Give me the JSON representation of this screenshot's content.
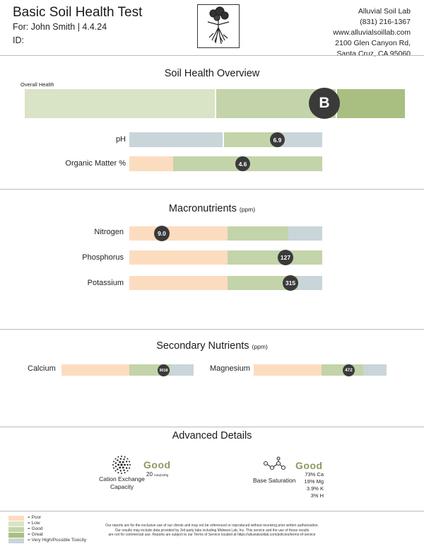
{
  "header": {
    "title": "Basic Soil Health Test",
    "for_line": "For: John Smith | 4.4.24",
    "id_line": "ID:",
    "lab": {
      "name": "Alluvial Soil Lab",
      "phone": "(831) 216-1367",
      "website": "www.alluvialsoillab.com",
      "address1": "2100 Glen Canyon Rd,",
      "address2": "Santa Cruz, CA 95060"
    },
    "logo_icon": "plant-roots-icon"
  },
  "overview": {
    "title": "Soil Health Overview",
    "overall_label": "Overall Health",
    "overall_grade": "B",
    "ph": {
      "label": "pH",
      "value": "6.9"
    },
    "organic_matter": {
      "label": "Organic Matter %",
      "value": "4.6"
    }
  },
  "macro": {
    "title": "Macronutrients",
    "unit": "(ppm)",
    "rows": [
      {
        "label": "Nitrogen",
        "value": "9.0"
      },
      {
        "label": "Phosphorus",
        "value": "127"
      },
      {
        "label": "Potassium",
        "value": "315"
      }
    ]
  },
  "secondary": {
    "title": "Secondary Nutrients",
    "unit": "(ppm)",
    "calcium": {
      "label": "Calcium",
      "value": "3018"
    },
    "magnesium": {
      "label": "Magnesium",
      "value": "472"
    }
  },
  "advanced": {
    "title": "Advanced Details",
    "cec": {
      "icon": "dots-circle-icon",
      "label1": "Cation Exchange",
      "label2": "Capacity",
      "rating": "Good",
      "value": "20",
      "unit": "meq/100g"
    },
    "base_sat": {
      "icon": "molecule-icon",
      "label": "Base Saturation",
      "rating": "Good",
      "ca": "73% Ca",
      "mg": "19% Mg",
      "k": "3.9% K",
      "h": "3% H"
    }
  },
  "legend": [
    {
      "label": "= Poor",
      "color": "#fcdcbf"
    },
    {
      "label": "= Low",
      "color": "#d9e3c6"
    },
    {
      "label": "= Good",
      "color": "#c3d4aa"
    },
    {
      "label": "= Great",
      "color": "#a9bf82"
    },
    {
      "label": "= Very High/Possible Toxicity",
      "color": "#c9d5d9"
    }
  ],
  "footer": {
    "line1": "Our reports are for the exclusive use of our clients and may not be referenced or reproduced without receiving prior written authorization.",
    "line2": "Our results may include data provided by 3rd party labs including Midwest Lab, Inc. This service and the use of these results",
    "line3": "are not for commercial use. Reports are subject to our Terms of Service located at https://alluvialsoillab.com/policies/terms-of-service"
  }
}
